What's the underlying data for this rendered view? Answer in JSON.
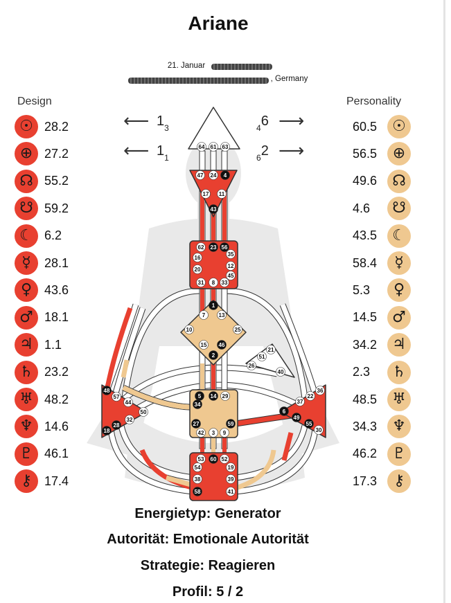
{
  "name": "Ariane",
  "birth": {
    "line1": "21. Januar",
    "line2_suffix": ", Germany"
  },
  "columns": {
    "design_title": "Design",
    "personality_title": "Personality"
  },
  "design": [
    {
      "icon": "sun-icon",
      "glyph": "☉",
      "value": "28.2"
    },
    {
      "icon": "earth-icon",
      "glyph": "⊕",
      "value": "27.2"
    },
    {
      "icon": "north-node-icon",
      "glyph": "☊",
      "value": "55.2"
    },
    {
      "icon": "south-node-icon",
      "glyph": "☋",
      "value": "59.2"
    },
    {
      "icon": "moon-icon",
      "glyph": "☾",
      "value": "6.2"
    },
    {
      "icon": "mercury-icon",
      "glyph": "☿",
      "value": "28.1"
    },
    {
      "icon": "venus-icon",
      "glyph": "♀",
      "value": "43.6"
    },
    {
      "icon": "mars-icon",
      "glyph": "♂",
      "value": "18.1"
    },
    {
      "icon": "jupiter-icon",
      "glyph": "♃",
      "value": "1.1"
    },
    {
      "icon": "saturn-icon",
      "glyph": "♄",
      "value": "23.2"
    },
    {
      "icon": "uranus-icon",
      "glyph": "♅",
      "value": "48.2"
    },
    {
      "icon": "neptune-icon",
      "glyph": "♆",
      "value": "14.6"
    },
    {
      "icon": "pluto-icon",
      "glyph": "♇",
      "value": "46.1"
    },
    {
      "icon": "chiron-icon",
      "glyph": "⚷",
      "value": "17.4"
    }
  ],
  "personality": [
    {
      "icon": "sun-icon",
      "glyph": "☉",
      "value": "60.5"
    },
    {
      "icon": "earth-icon",
      "glyph": "⊕",
      "value": "56.5"
    },
    {
      "icon": "north-node-icon",
      "glyph": "☊",
      "value": "49.6"
    },
    {
      "icon": "south-node-icon",
      "glyph": "☋",
      "value": "4.6"
    },
    {
      "icon": "moon-icon",
      "glyph": "☾",
      "value": "43.5"
    },
    {
      "icon": "mercury-icon",
      "glyph": "☿",
      "value": "58.4"
    },
    {
      "icon": "venus-icon",
      "glyph": "♀",
      "value": "5.3"
    },
    {
      "icon": "mars-icon",
      "glyph": "♂",
      "value": "14.5"
    },
    {
      "icon": "jupiter-icon",
      "glyph": "♃",
      "value": "34.2"
    },
    {
      "icon": "saturn-icon",
      "glyph": "♄",
      "value": "2.3"
    },
    {
      "icon": "uranus-icon",
      "glyph": "♅",
      "value": "48.5"
    },
    {
      "icon": "neptune-icon",
      "glyph": "♆",
      "value": "34.3"
    },
    {
      "icon": "pluto-icon",
      "glyph": "♇",
      "value": "46.2"
    },
    {
      "icon": "chiron-icon",
      "glyph": "⚷",
      "value": "17.3"
    }
  ],
  "variables": {
    "left_top": {
      "main": "1",
      "sub": "3"
    },
    "left_bottom": {
      "main": "1",
      "sub": "1"
    },
    "right_top": {
      "sub": "4",
      "main": "6"
    },
    "right_bottom": {
      "sub": "6",
      "main": "2"
    }
  },
  "colors": {
    "design": "#e84030",
    "personality": "#efc890",
    "defined_center": "#e84030",
    "sacral_center": "#efc890",
    "open_center": "#ffffff"
  },
  "gates": {
    "head": [
      "64",
      "61",
      "63"
    ],
    "ajna": [
      "47",
      "24",
      "4",
      "17",
      "11",
      "43"
    ],
    "throat": [
      "62",
      "23",
      "56",
      "16",
      "35",
      "20",
      "12",
      "45",
      "31",
      "8",
      "33"
    ],
    "g": [
      "1",
      "7",
      "13",
      "10",
      "25",
      "15",
      "46",
      "2"
    ],
    "heart": [
      "21",
      "51",
      "26",
      "40"
    ],
    "spleen": [
      "48",
      "57",
      "44",
      "50",
      "32",
      "28",
      "18"
    ],
    "sacral": [
      "5",
      "14",
      "29",
      "34",
      "27",
      "59",
      "42",
      "3",
      "9"
    ],
    "solar": [
      "36",
      "22",
      "37",
      "6",
      "49",
      "55",
      "30"
    ],
    "root": [
      "53",
      "60",
      "52",
      "54",
      "19",
      "38",
      "39",
      "58",
      "41"
    ]
  },
  "info": {
    "type": "Energietyp: Generator",
    "authority": "Autorität: Emotionale Autorität",
    "strategy": "Strategie: Reagieren",
    "profile": "Profil: 5 / 2"
  }
}
